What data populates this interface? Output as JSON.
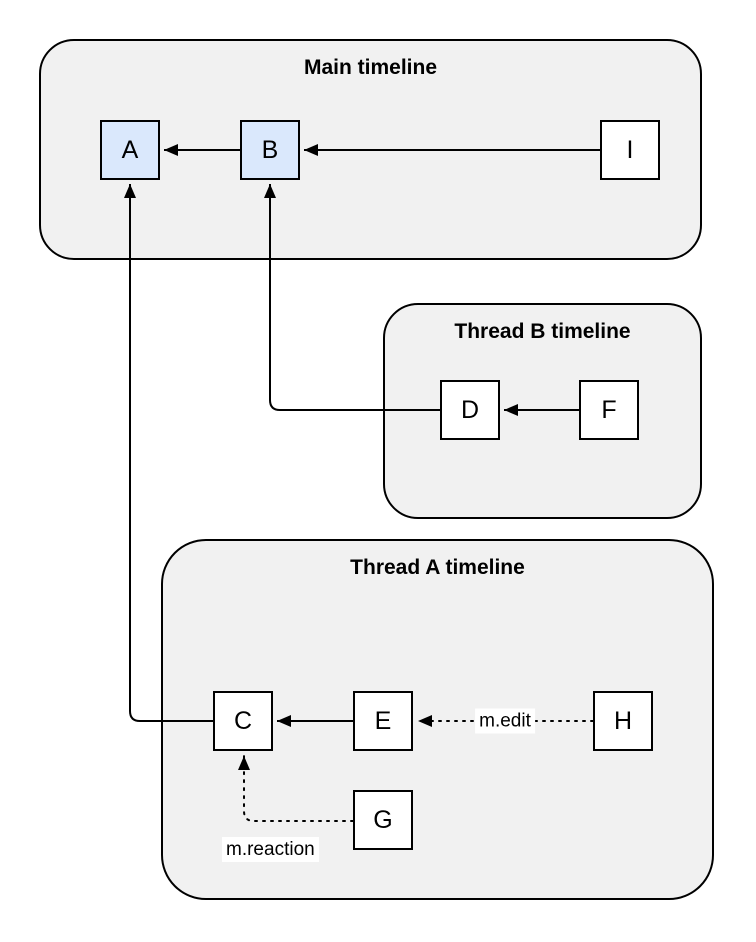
{
  "diagram": {
    "groups": [
      {
        "id": "main",
        "title": "Main timeline"
      },
      {
        "id": "thread-b",
        "title": "Thread B timeline"
      },
      {
        "id": "thread-a",
        "title": "Thread A timeline"
      }
    ],
    "nodes": [
      {
        "id": "A",
        "label": "A",
        "group": "main",
        "highlighted": true
      },
      {
        "id": "B",
        "label": "B",
        "group": "main",
        "highlighted": true
      },
      {
        "id": "I",
        "label": "I",
        "group": "main",
        "highlighted": false
      },
      {
        "id": "D",
        "label": "D",
        "group": "thread-b",
        "highlighted": false
      },
      {
        "id": "F",
        "label": "F",
        "group": "thread-b",
        "highlighted": false
      },
      {
        "id": "C",
        "label": "C",
        "group": "thread-a",
        "highlighted": false
      },
      {
        "id": "E",
        "label": "E",
        "group": "thread-a",
        "highlighted": false
      },
      {
        "id": "H",
        "label": "H",
        "group": "thread-a",
        "highlighted": false
      },
      {
        "id": "G",
        "label": "G",
        "group": "thread-a",
        "highlighted": false
      }
    ],
    "edges": [
      {
        "from": "B",
        "to": "A",
        "style": "solid",
        "label": ""
      },
      {
        "from": "I",
        "to": "B",
        "style": "solid",
        "label": ""
      },
      {
        "from": "F",
        "to": "D",
        "style": "solid",
        "label": ""
      },
      {
        "from": "D",
        "to": "B",
        "style": "solid",
        "label": ""
      },
      {
        "from": "E",
        "to": "C",
        "style": "solid",
        "label": ""
      },
      {
        "from": "H",
        "to": "E",
        "style": "dotted",
        "label": "m.edit"
      },
      {
        "from": "G",
        "to": "C",
        "style": "dotted",
        "label": "m.reaction"
      },
      {
        "from": "C",
        "to": "A",
        "style": "solid",
        "label": ""
      }
    ],
    "colors": {
      "group_fill": "#f1f1f1",
      "node_fill": "#ffffff",
      "node_highlight_fill": "#dae8fc",
      "stroke": "#000000",
      "label_bg": "#ffffff"
    }
  }
}
